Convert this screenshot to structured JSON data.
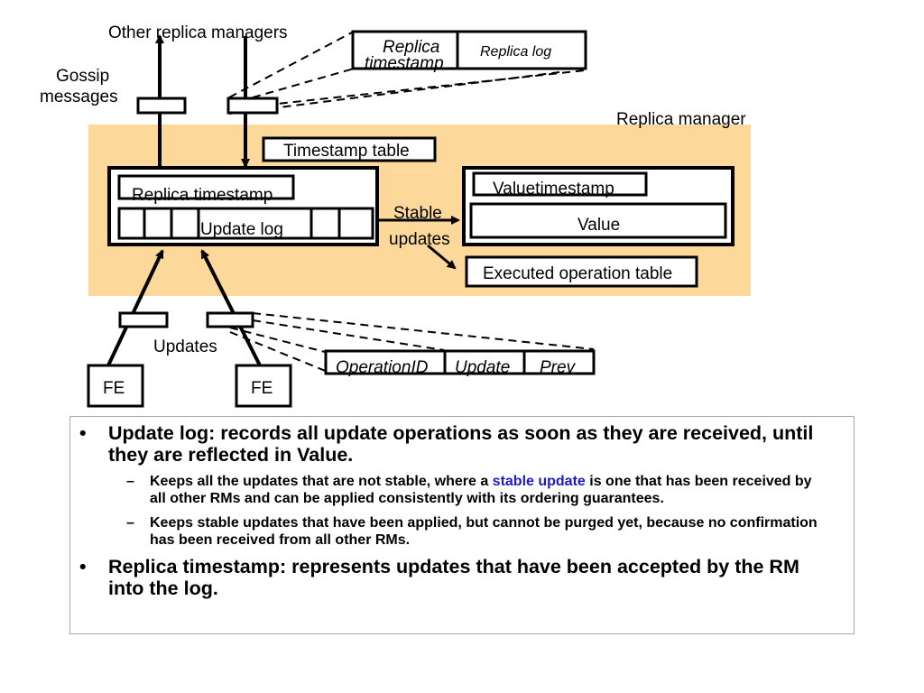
{
  "colors": {
    "rm_fill": "#fcd99b",
    "highlight": "#1a1acc",
    "border": "#a9a9a9"
  },
  "diagram": {
    "other_rm_label": "Other replica managers",
    "gossip_label_1": "Gossip",
    "gossip_label_2": "messages",
    "replica_ts_top_1": "Replica",
    "replica_ts_top_2": "timestamp",
    "replica_log": "Replica log",
    "replica_manager": "Replica manager",
    "timestamp_table": "Timestamp table",
    "replica_timestamp": "Replica timestamp",
    "update_log": "Update log",
    "stable_1": "Stable",
    "stable_2": "updates",
    "value_timestamp": "Valuetimestamp",
    "value": "Value",
    "executed_table": "Executed operation table",
    "updates": "Updates",
    "fe_left": "FE",
    "fe_right": "FE",
    "op_id": "OperationID",
    "op_update": "Update",
    "op_prev": "Prev"
  },
  "bullets": [
    {
      "text": "Update log: records all update operations as soon as they are received, until they are reflected in Value.",
      "subs": [
        {
          "before": "Keeps all the updates that are not stable, where a ",
          "highlight": "stable update",
          "after": " is one that has been received by all other RMs and can be applied consistently with its ordering guarantees."
        },
        {
          "before": "Keeps stable updates that have been applied, but cannot be purged yet, because no confirmation has been received from all other RMs.",
          "highlight": "",
          "after": ""
        }
      ]
    },
    {
      "text": "Replica timestamp: represents updates that have been accepted by the RM into the log.",
      "subs": []
    }
  ]
}
